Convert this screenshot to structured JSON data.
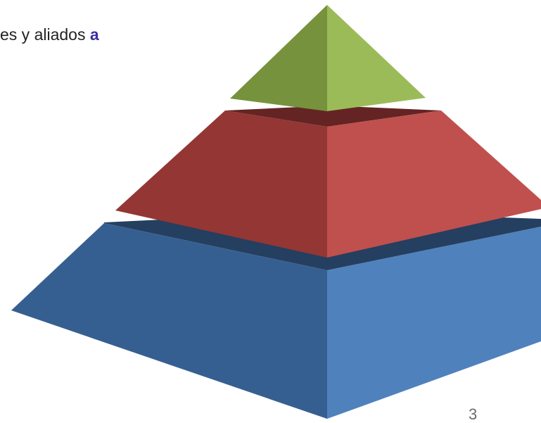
{
  "caption": {
    "text": "es y aliados ",
    "emphasis": "a"
  },
  "slide_number": "3",
  "pyramid": {
    "levels": [
      {
        "name": "top",
        "color_left": "#76923c",
        "color_right": "#9bbb59",
        "color_shadow": "#4f6228"
      },
      {
        "name": "middle",
        "color_left": "#943634",
        "color_right": "#c0504d",
        "color_shadow": "#632423"
      },
      {
        "name": "base",
        "color_left": "#365f91",
        "color_right": "#4f81bd",
        "color_shadow": "#243f60"
      }
    ]
  },
  "colors": {
    "caption_text": "#222222",
    "caption_emphasis": "#3a2fa3",
    "slide_number": "#6b6b6b"
  }
}
